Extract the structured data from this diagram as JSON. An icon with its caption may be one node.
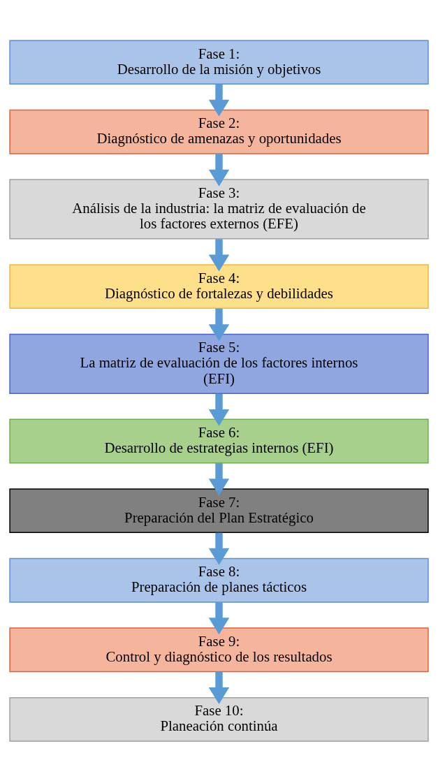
{
  "diagram": {
    "nodes": [
      {
        "text": [
          "Fase 1:",
          "Desarrollo de la misión y objetivos"
        ]
      },
      {
        "text": [
          "Fase 2:",
          "Diagnóstico de amenazas y oportunidades"
        ]
      },
      {
        "text": [
          "Fase 3:",
          "Análisis de la industria: la matriz de evaluación de los factores externos (EFE)"
        ]
      },
      {
        "text": [
          "Fase 4:",
          "Diagnóstico de fortalezas y debilidades"
        ]
      },
      {
        "text": [
          "Fase 5:",
          "La matriz de evaluación de los factores internos (EFI)"
        ]
      },
      {
        "text": [
          "Fase 6:",
          "Desarrollo de estrategias internos (EFI)"
        ]
      },
      {
        "text": [
          "Fase 7:",
          "Preparación del Plan Estratégico"
        ]
      },
      {
        "text": [
          "Fase 8:",
          "Preparación de planes tácticos"
        ]
      },
      {
        "text": [
          "Fase 9:",
          "Control y diagnóstico de los resultados"
        ]
      },
      {
        "text": [
          "Fase 10:",
          "Planeación continúa"
        ]
      }
    ],
    "edges": [
      {
        "from": 0,
        "to": 1,
        "arrow": "to"
      },
      {
        "from": 1,
        "to": 2,
        "arrow": "to"
      },
      {
        "from": 2,
        "to": 3,
        "arrow": "to"
      },
      {
        "from": 3,
        "to": 4,
        "arrow": "to"
      },
      {
        "from": 4,
        "to": 5,
        "arrow": "to"
      },
      {
        "from": 5,
        "to": 6,
        "arrow": "to"
      },
      {
        "from": 6,
        "to": 7,
        "arrow": "to"
      },
      {
        "from": 7,
        "to": 8,
        "arrow": "to"
      },
      {
        "from": 8,
        "to": 9,
        "arrow": "to"
      }
    ]
  }
}
